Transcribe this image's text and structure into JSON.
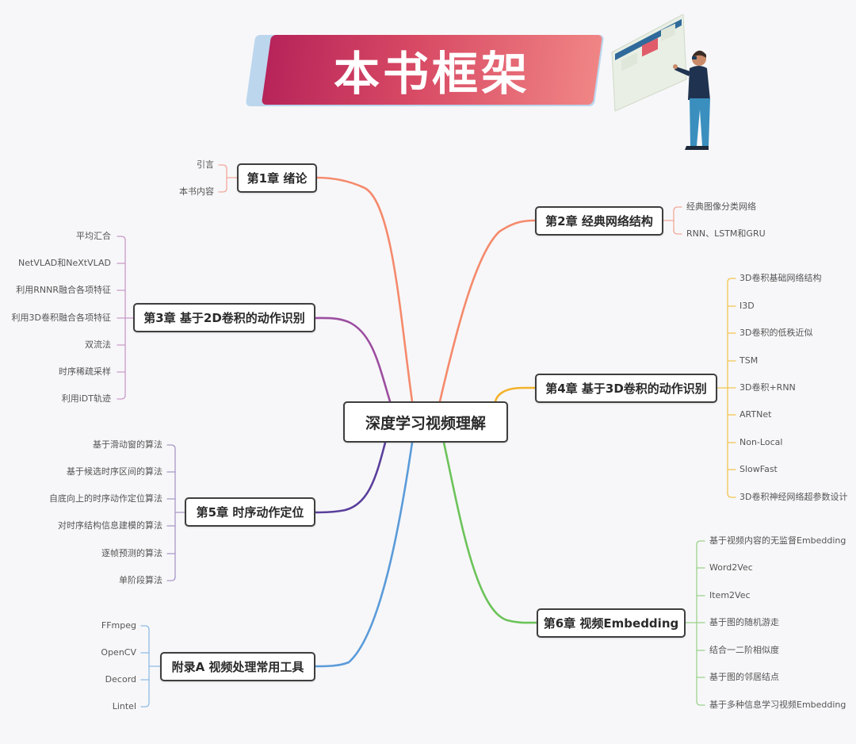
{
  "banner": {
    "title": "本书框架"
  },
  "root": {
    "label": "深度学习视频理解"
  },
  "chapters": {
    "ch1": {
      "label": "第1章  绪论",
      "items": [
        "引言",
        "本书内容"
      ]
    },
    "ch2": {
      "label": "第2章  经典网络结构",
      "items": [
        "经典图像分类网络",
        "RNN、LSTM和GRU"
      ]
    },
    "ch3": {
      "label": "第3章  基于2D卷积的动作识别",
      "items": [
        "平均汇合",
        "NetVLAD和NeXtVLAD",
        "利用RNNR融合各项特征",
        "利用3D卷积融合各项特征",
        "双流法",
        "时序稀疏采样",
        "利用iDT轨迹"
      ]
    },
    "ch4": {
      "label": "第4章  基于3D卷积的动作识别",
      "items": [
        "3D卷积基础网络结构",
        "I3D",
        "3D卷积的低秩近似",
        "TSM",
        "3D卷积+RNN",
        "ARTNet",
        "Non-Local",
        "SlowFast",
        "3D卷积神经网络超参数设计"
      ]
    },
    "ch5": {
      "label": "第5章  时序动作定位",
      "items": [
        "基于滑动窗的算法",
        "基于候选时序区间的算法",
        "自底向上的时序动作定位算法",
        "对时序结构信息建模的算法",
        "逐帧预测的算法",
        "单阶段算法"
      ]
    },
    "ch6": {
      "label": "第6章 视频Embedding",
      "items": [
        "基于视频内容的无监督Embedding",
        "Word2Vec",
        "Item2Vec",
        "基于图的随机游走",
        "结合一二阶相似度",
        "基于图的邻居结点",
        "基于多种信息学习视频Embedding"
      ]
    },
    "appA": {
      "label": "附录A  视频处理常用工具",
      "items": [
        "FFmpeg",
        "OpenCV",
        "Decord",
        "Lintel"
      ]
    }
  },
  "colors": {
    "ch1": "#f58a6c",
    "ch2": "#f58a6c",
    "ch3": "#9c4ea0",
    "ch4": "#f2b22a",
    "ch5": "#5a3f9c",
    "ch6": "#6cc35a",
    "appA": "#5b9bd9",
    "leaf_ch1": "#f2a89a",
    "leaf_ch2": "#f2a89a",
    "leaf_ch3": "#c99ac9",
    "leaf_ch4": "#f2c650",
    "leaf_ch5": "#a898c8",
    "leaf_ch6": "#9bd38a",
    "leaf_appA": "#8fbde6"
  },
  "illustration": {
    "icon": "presenter-with-screen-icon"
  }
}
